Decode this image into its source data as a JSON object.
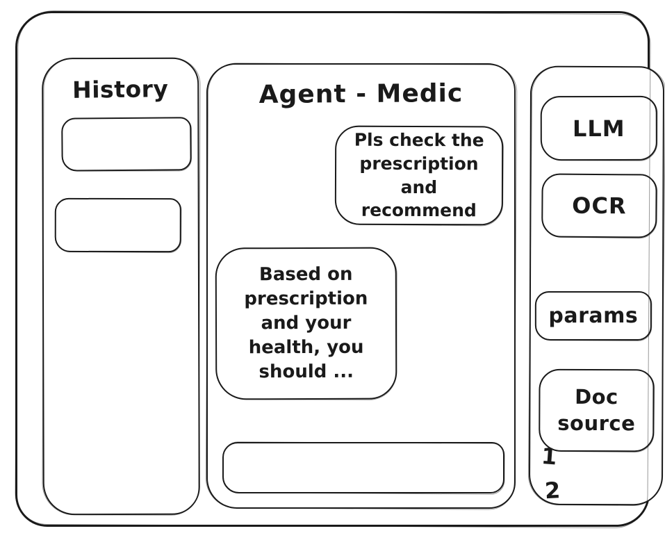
{
  "window": {
    "background": "#ffffff",
    "stroke_color": "#1a1a1a"
  },
  "history": {
    "title": "History",
    "items": [
      {
        "label": ""
      },
      {
        "label": ""
      }
    ]
  },
  "chat": {
    "title": "Agent - Medic",
    "messages": [
      {
        "role": "user",
        "text": "Pls check the prescription and recommend"
      },
      {
        "role": "assistant",
        "text": "Based on prescription and your health, you should ..."
      }
    ],
    "input": {
      "value": "",
      "placeholder": ""
    }
  },
  "tools": {
    "buttons": [
      {
        "label": "LLM"
      },
      {
        "label": "OCR"
      },
      {
        "label": "params"
      },
      {
        "label": "Doc source"
      }
    ],
    "doc_source_items": [
      "1",
      "2"
    ]
  }
}
